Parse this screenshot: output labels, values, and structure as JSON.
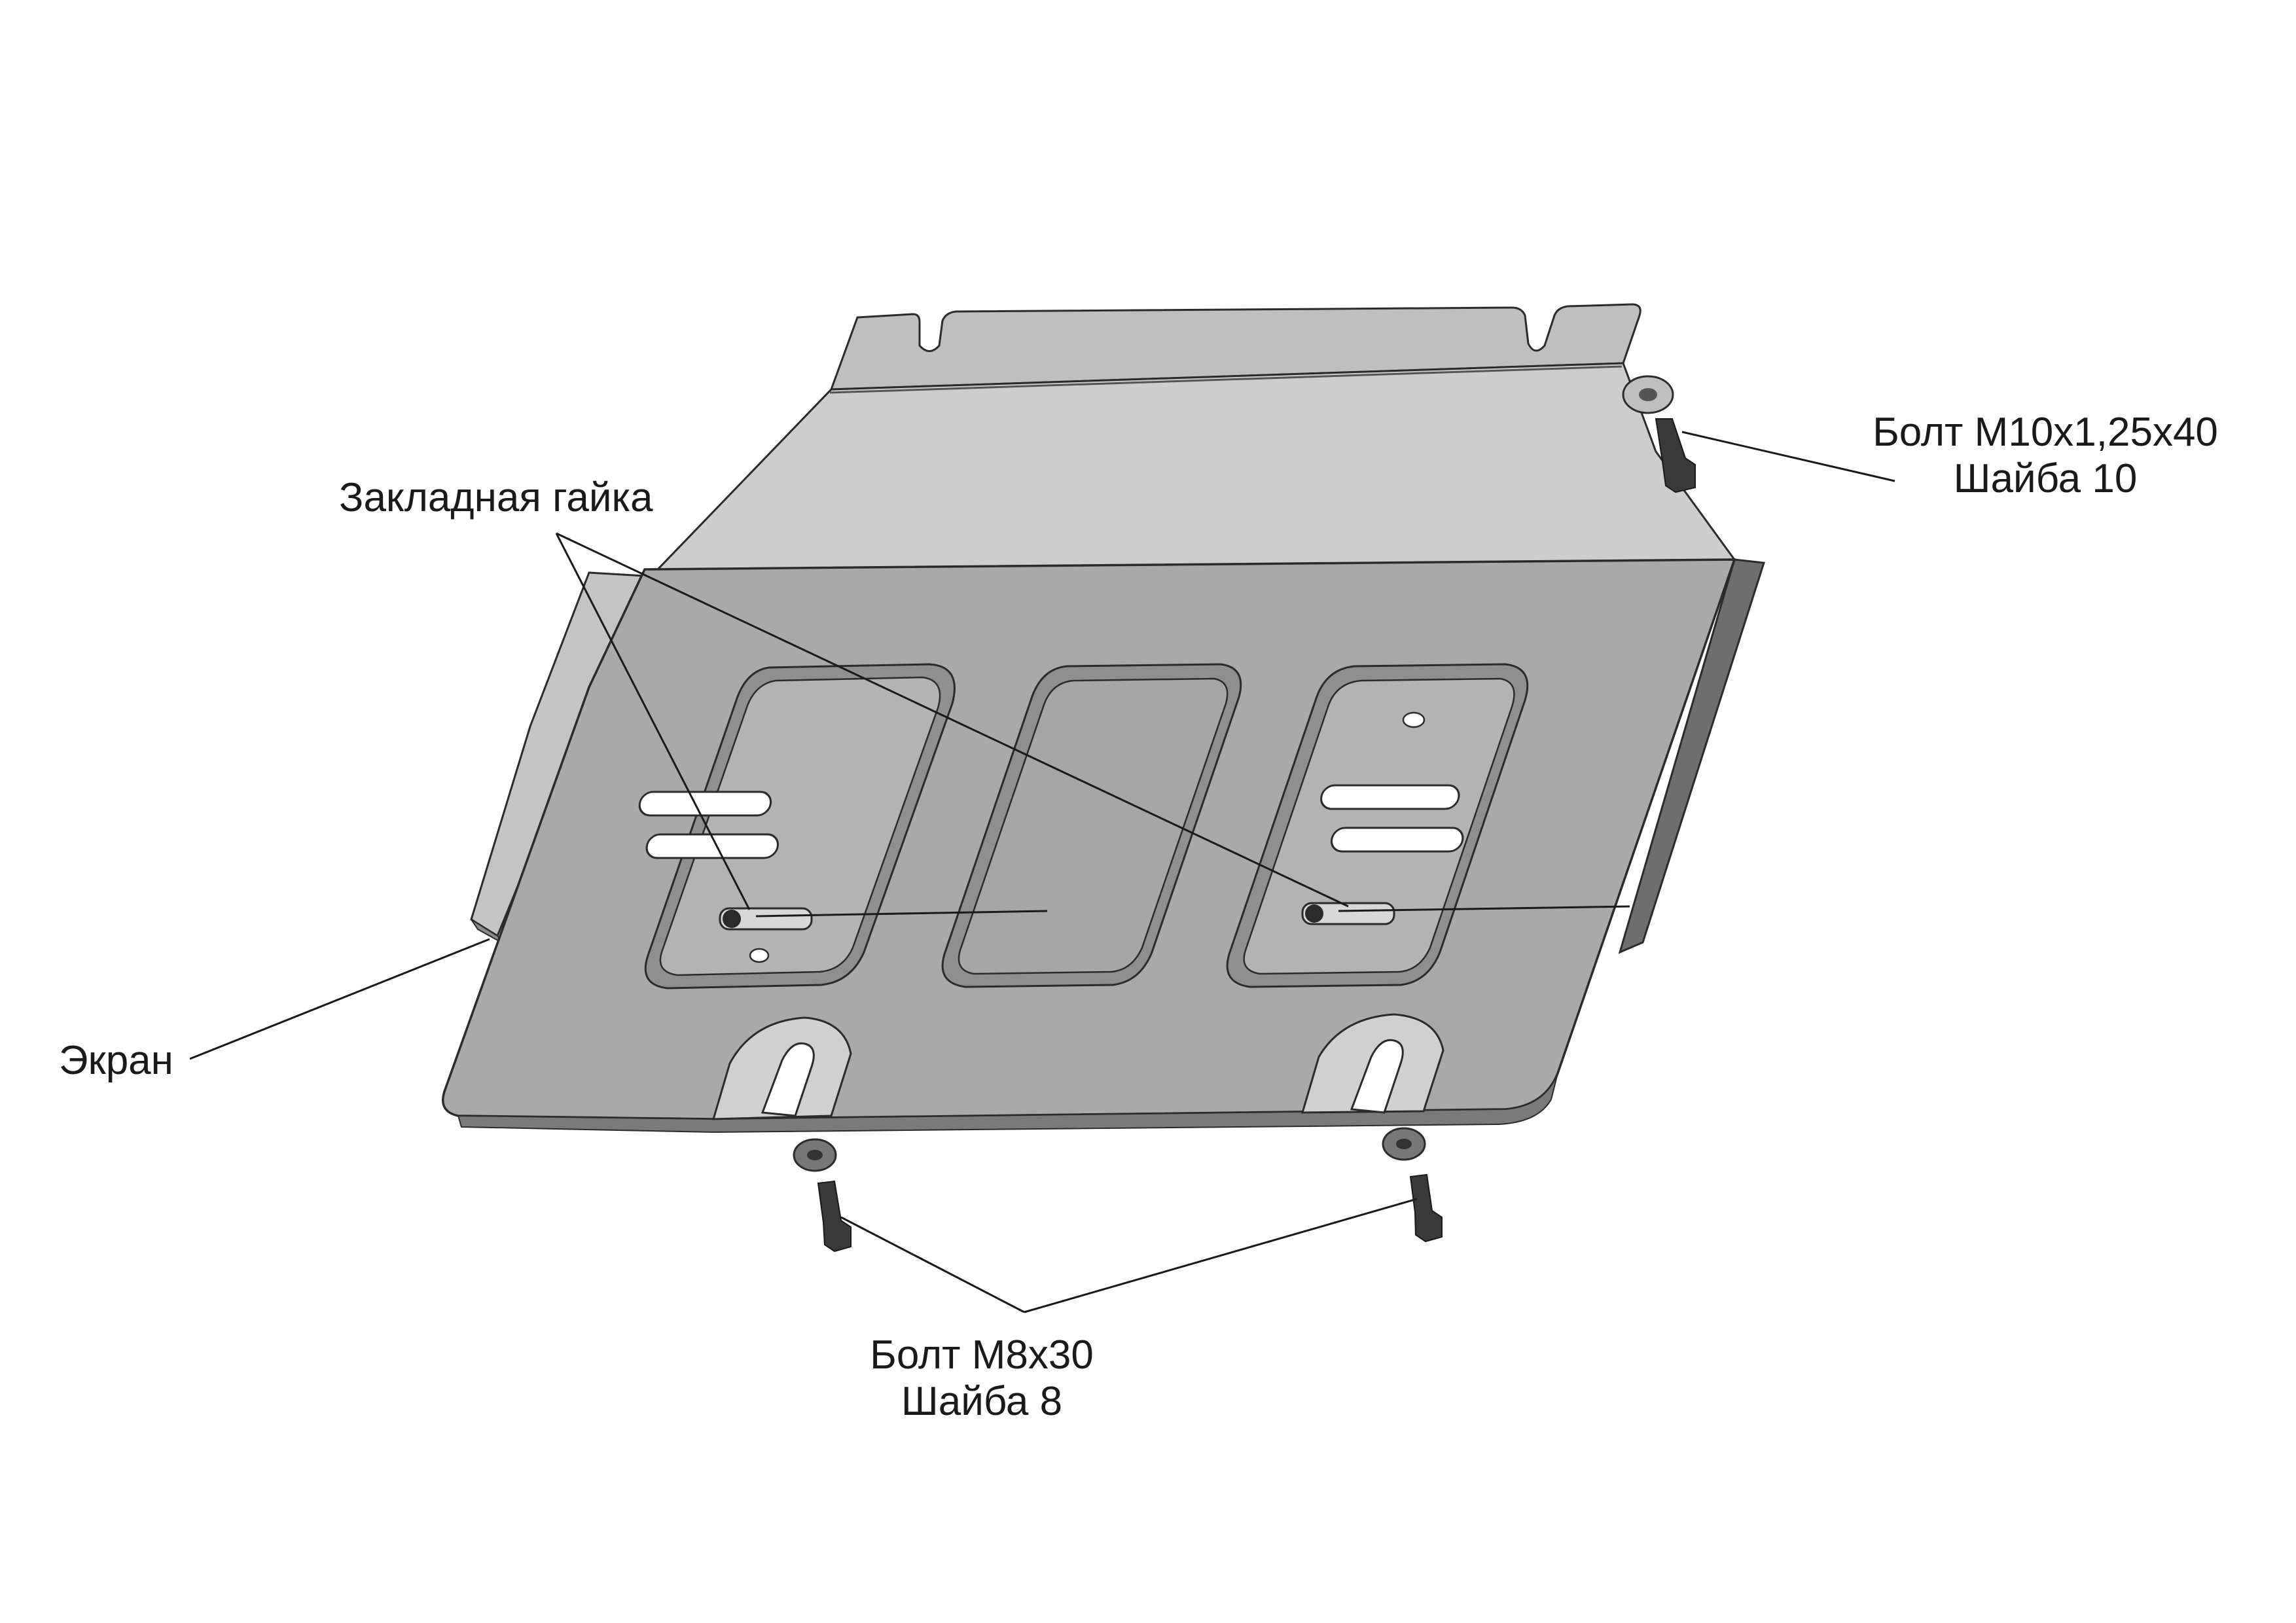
{
  "labels": {
    "embedded_nut": "Закладная гайка",
    "screen": "Экран",
    "bolt_top_line1": "Болт М10х1,25х40",
    "bolt_top_line2": "Шайба 10",
    "bolt_bottom_line1": "Болт М8х30",
    "bolt_bottom_line2": "Шайба 8"
  },
  "colors": {
    "plate_face": "#a9a9a9",
    "plate_top": "#c8c8c8",
    "plate_dark": "#6e6e6e",
    "plate_side": "#bdbdbd",
    "outline": "#2b2b2b",
    "window": "#b5b5b5",
    "hardware": "#3a3a3a"
  }
}
